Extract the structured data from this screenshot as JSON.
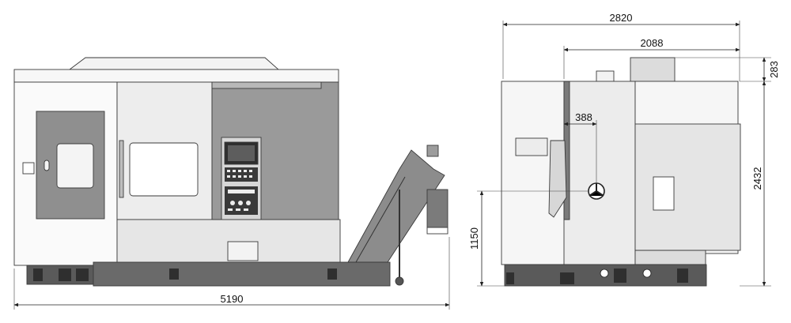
{
  "colors": {
    "panel_light": "#ececec",
    "panel_white": "#f9f9f9",
    "panel_mid": "#c9c9c9",
    "panel_dark": "#9a9a9a",
    "panel_darker": "#7b7b7b",
    "outline": "#3a3a3a",
    "base": "#5a5a5a",
    "control_screen": "#2f2f2f"
  },
  "dimensions": {
    "front_length": "5190",
    "side_total_width": "2820",
    "side_body_width": "2088",
    "top_cover_height": "283",
    "overall_height": "2432",
    "spindle_offset": "388",
    "spindle_height": "1150"
  }
}
